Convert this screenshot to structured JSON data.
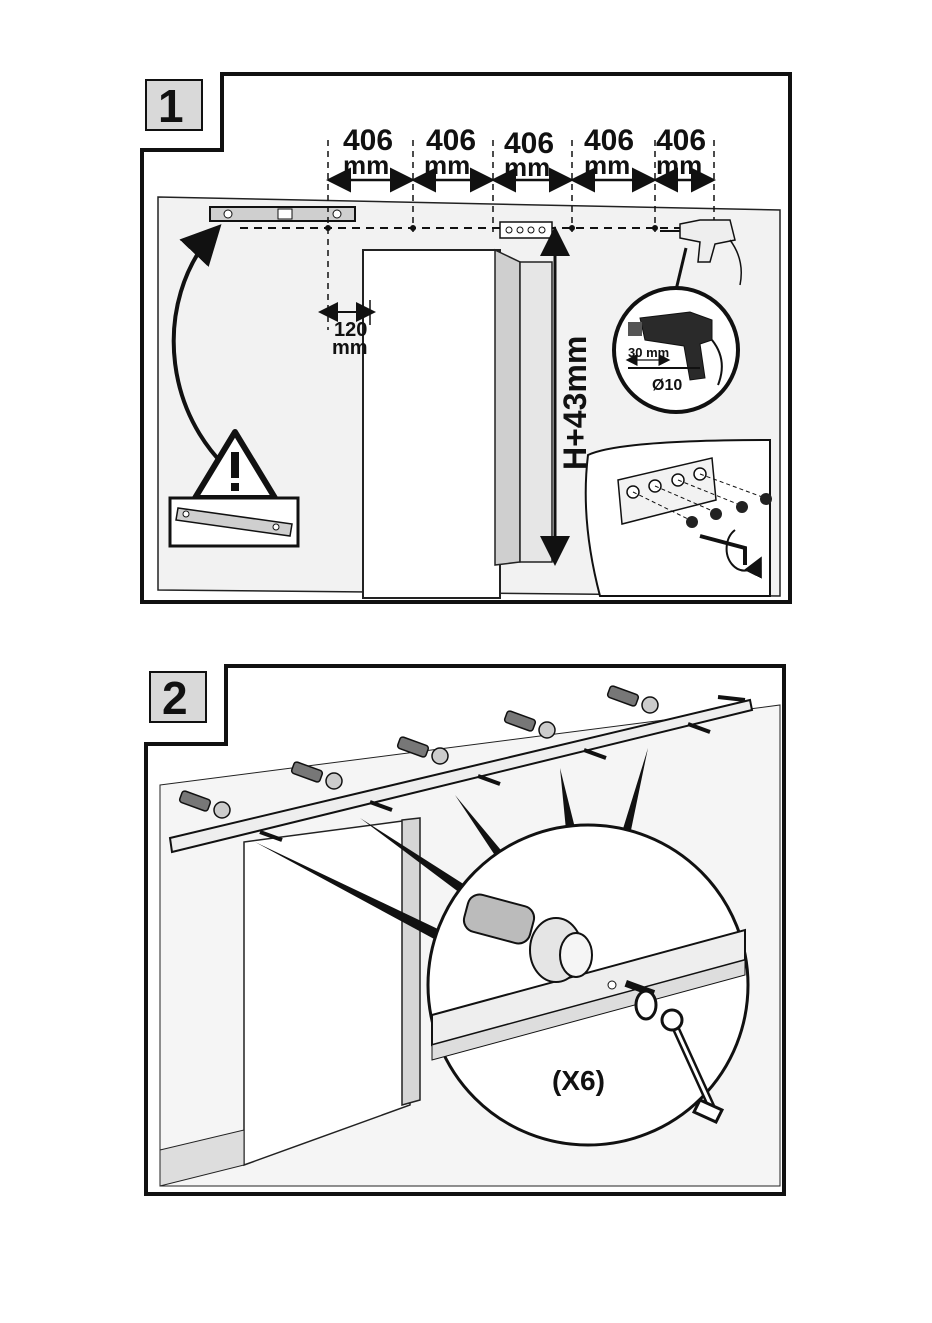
{
  "step1": {
    "number": "1",
    "spacing_value": "406",
    "spacing_unit": "mm",
    "offset_value": "120",
    "offset_unit": "mm",
    "height_label": "H+43mm",
    "drill_depth": "30 mm",
    "drill_diameter": "Ø10"
  },
  "step2": {
    "number": "2",
    "quantity": "(X6)"
  },
  "icons": [
    "spirit-level-icon",
    "warning-icon",
    "drill-icon",
    "screw-icon",
    "wrench-icon",
    "hex-key-icon"
  ]
}
